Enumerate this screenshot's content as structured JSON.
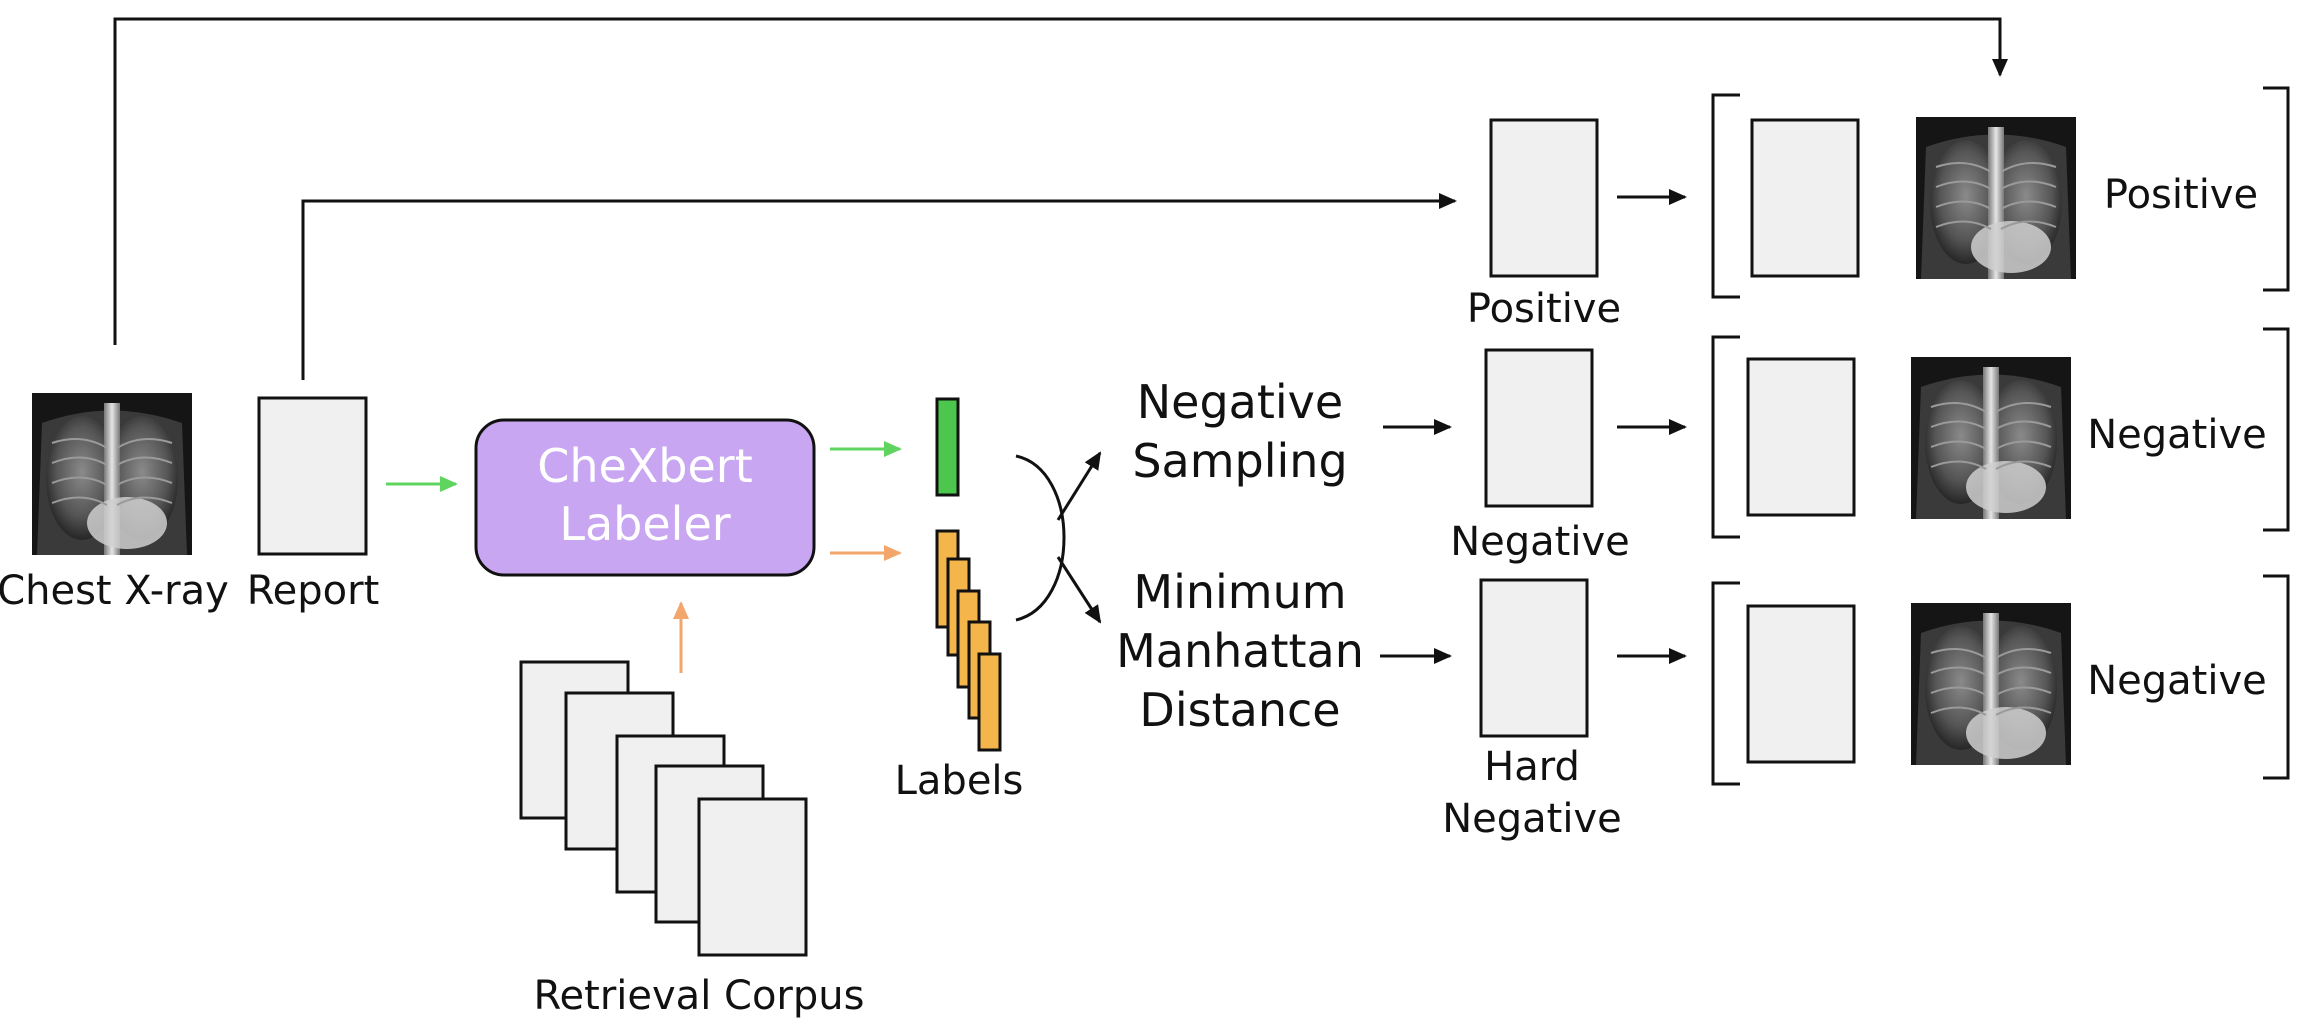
{
  "labels": {
    "chest_xray": "Chest X-ray",
    "report": "Report",
    "labeler_line1": "CheXbert",
    "labeler_line2": "Labeler",
    "labels": "Labels",
    "retrieval_corpus": "Retrieval Corpus",
    "negative_sampling_line1": "Negative",
    "negative_sampling_line2": "Sampling",
    "min_manhattan_line1": "Minimum",
    "min_manhattan_line2": "Manhattan",
    "min_manhattan_line3": "Distance",
    "positive_doc": "Positive",
    "negative_doc": "Negative",
    "hard_negative_line1": "Hard",
    "hard_negative_line2": "Negative",
    "pair_positive": "Positive",
    "pair_negative_1": "Negative",
    "pair_negative_2": "Negative"
  },
  "colors": {
    "labeler_fill": "#c9a6f2",
    "labeler_text": "#ffffff",
    "green_arrow": "#5fd45f",
    "orange_arrow": "#f2a66b",
    "green_label": "#4cc64c",
    "orange_label": "#f4b54a",
    "doc_fill": "#f0f0f0"
  }
}
